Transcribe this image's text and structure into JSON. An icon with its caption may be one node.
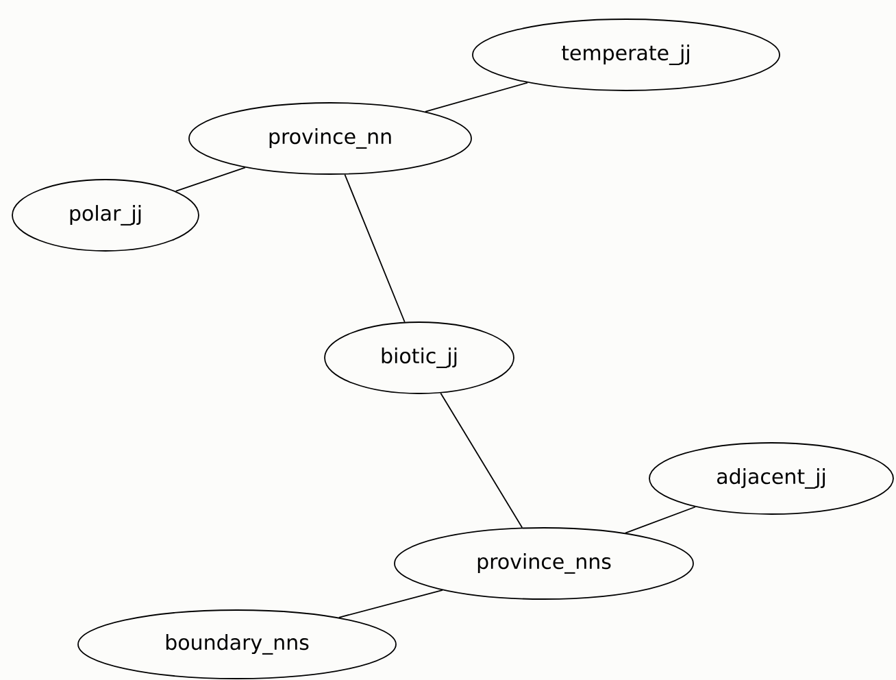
{
  "diagram": {
    "nodes": [
      {
        "text": [
          "temperate_jj"
        ]
      },
      {
        "text": [
          "province_nn"
        ]
      },
      {
        "text": [
          "polar_jj"
        ]
      },
      {
        "text": [
          "biotic_jj"
        ]
      },
      {
        "text": [
          "adjacent_jj"
        ]
      },
      {
        "text": [
          "province_nns"
        ]
      },
      {
        "text": [
          "boundary_nns"
        ]
      }
    ],
    "edges": [
      {
        "from": 1,
        "to": 0,
        "arrow": "none"
      },
      {
        "from": 2,
        "to": 1,
        "arrow": "none"
      },
      {
        "from": 1,
        "to": 3,
        "arrow": "none"
      },
      {
        "from": 3,
        "to": 5,
        "arrow": "none"
      },
      {
        "from": 5,
        "to": 4,
        "arrow": "none"
      },
      {
        "from": 6,
        "to": 5,
        "arrow": "none"
      }
    ]
  }
}
